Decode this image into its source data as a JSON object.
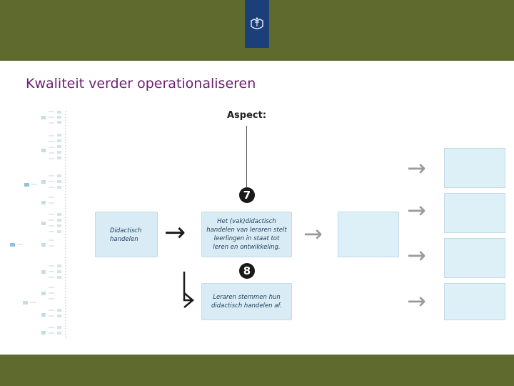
{
  "header": {
    "logo_icon": "crest-icon"
  },
  "slide": {
    "title": "Kwaliteit verder operationaliseren",
    "aspect_label": "Aspect:",
    "boxes": {
      "left": "Didactisch handelen",
      "main": "Het (vak)didactisch handelen van leraren stelt leerlingen in staat tot leren en ontwikkeling.",
      "second": "Leraren stemmen hun didactisch handelen af."
    },
    "badges": [
      "7",
      "8"
    ],
    "arrow_glyph": "→"
  },
  "colors": {
    "bar": "#5f6a2e",
    "crest": "#1d3f79",
    "title": "#6b2070",
    "box": "#d9ecf6"
  }
}
